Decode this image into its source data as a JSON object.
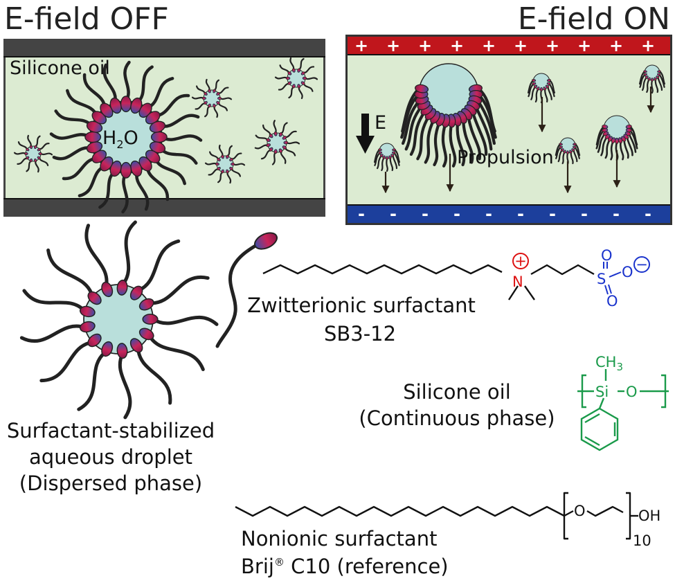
{
  "panels": {
    "off": {
      "title": "E-field OFF",
      "medium_label": "Silicone oil",
      "droplet_core": "H",
      "droplet_sub": "2",
      "droplet_tail": "O"
    },
    "on": {
      "title": "E-field ON",
      "field_label": "E",
      "propulsion_label": "Propulsion",
      "plus_signs": [
        "+",
        "+",
        "+",
        "+",
        "+",
        "+",
        "+",
        "+",
        "+",
        "+"
      ],
      "minus_signs": [
        "-",
        "-",
        "-",
        "-",
        "-",
        "-",
        "-",
        "-",
        "-",
        "-"
      ]
    }
  },
  "droplet": {
    "line1": "Surfactant-stabilized",
    "line2": "aqueous droplet",
    "line3": "(Dispersed phase)"
  },
  "zwitterionic": {
    "line1": "Zwitterionic surfactant",
    "line2": "SB3-12",
    "atom_n": "N",
    "atom_s": "S",
    "atom_o1": "O",
    "atom_o2": "O",
    "atom_o3": "O",
    "charge_plus": "+",
    "charge_minus": "−"
  },
  "silicone": {
    "line1": "Silicone oil",
    "line2": "(Continuous phase)",
    "atom_si": "Si",
    "atom_o": "O",
    "methyl": "CH",
    "methyl_sub": "3"
  },
  "nonionic": {
    "line1": "Nonionic surfactant",
    "line2_a": "Brij",
    "line2_reg": "®",
    "line2_b": " C10 (reference)",
    "atom_o": "O",
    "end_group": "OH",
    "repeat": "10"
  },
  "colors": {
    "oil": "#dcebd2",
    "water": "#b9dfdb",
    "head": "#c8245a",
    "top_electrode": "#c0161c",
    "bottom_electrode": "#1c3f9c",
    "plate": "#444444",
    "zwitterion": "#1a33cc",
    "cation": "#dd1111",
    "silicone_struct": "#1a9a4a"
  }
}
